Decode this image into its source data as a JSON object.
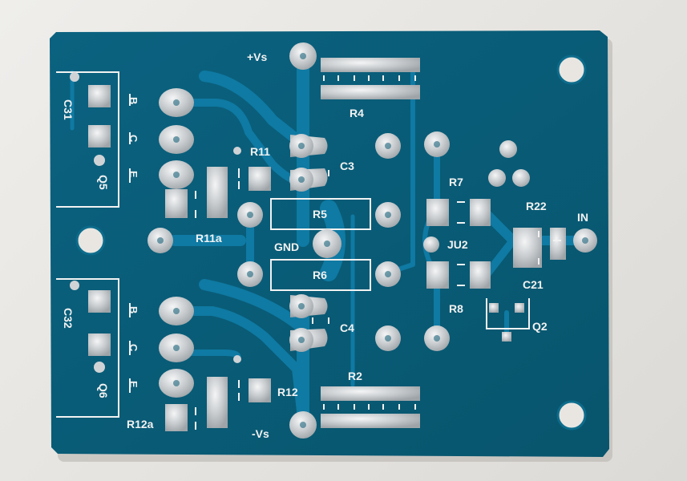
{
  "labels": {
    "plus_vs": "+Vs",
    "minus_vs": "-Vs",
    "gnd": "GND",
    "in": "IN",
    "r4": "R4",
    "r11": "R11",
    "r11a": "R11a",
    "r12": "R12",
    "r12a": "R12a",
    "c3": "C3",
    "c4": "C4",
    "r5": "R5",
    "r6": "R6",
    "r2": "R2",
    "r7": "R7",
    "r8": "R8",
    "ju2": "JU2",
    "r22": "R22",
    "c21": "C21",
    "q2": "Q2",
    "c31": "C31",
    "c32": "C32",
    "q5": "Q5",
    "q6": "Q6",
    "pin_b": "B",
    "pin_c": "C",
    "pin_e": "E"
  },
  "colors": {
    "board": "#0a5f78",
    "trace": "#0e77a0",
    "pad": "#c9cdd0",
    "silk": "#f2f2f2",
    "background": "#e9e7e3"
  }
}
